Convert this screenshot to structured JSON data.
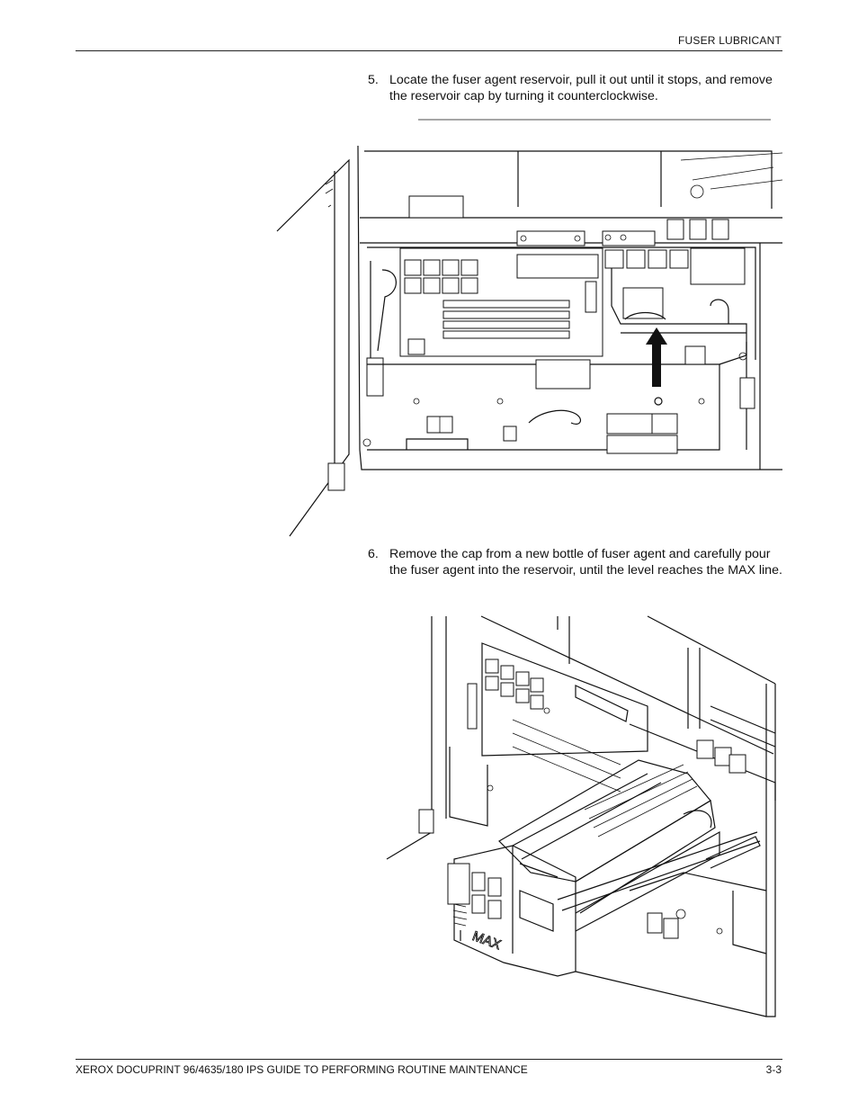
{
  "header": {
    "section_title": "FUSER LUBRICANT"
  },
  "steps": [
    {
      "number": "5.",
      "text": "Locate the fuser agent reservoir, pull it out until it stops, and remove the reservoir cap by turning it counterclockwise."
    },
    {
      "number": "6.",
      "text": "Remove the cap from a new bottle of fuser agent and carefully pour the fuser agent into the reservoir, until the level reaches the MAX line."
    }
  ],
  "figure_2": {
    "max_label": "MAX"
  },
  "footer": {
    "document_title": "XEROX DOCUPRINT 96/4635/180 IPS GUIDE TO PERFORMING ROUTINE MAINTENANCE",
    "page_number": "3-3"
  }
}
